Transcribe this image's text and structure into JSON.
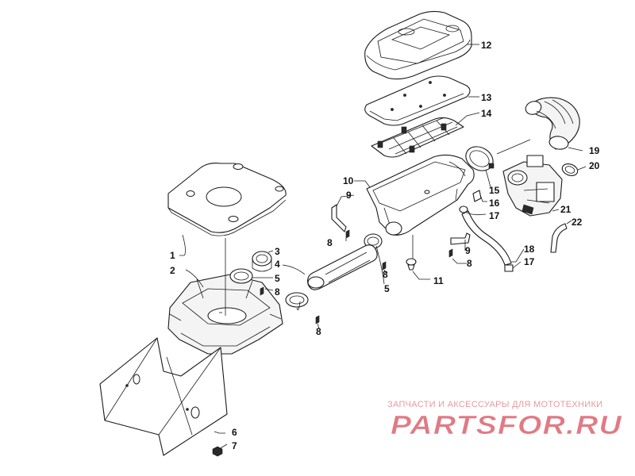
{
  "callouts": {
    "c1": "1",
    "c2": "2",
    "c3": "3",
    "c4": "4",
    "c5a": "5",
    "c5b": "5",
    "c6": "6",
    "c7": "7",
    "c8a": "8",
    "c8b": "8",
    "c8c": "8",
    "c8d": "8",
    "c8e": "8",
    "c9a": "9",
    "c9b": "9",
    "c10": "10",
    "c11": "11",
    "c12": "12",
    "c13": "13",
    "c14": "14",
    "c15": "15",
    "c16": "16",
    "c17a": "17",
    "c17b": "17",
    "c18": "18",
    "c19": "19",
    "c20": "20",
    "c21": "21",
    "c22": "22"
  },
  "watermark": {
    "caption": "ЗАПЧАСТИ И АКСЕССУАРЫ ДЛЯ МОТОТЕХНИКИ",
    "logo": "PARTSFOR.RU",
    "caption_color": "#e89aa0",
    "logo_color": "#e07a84"
  }
}
